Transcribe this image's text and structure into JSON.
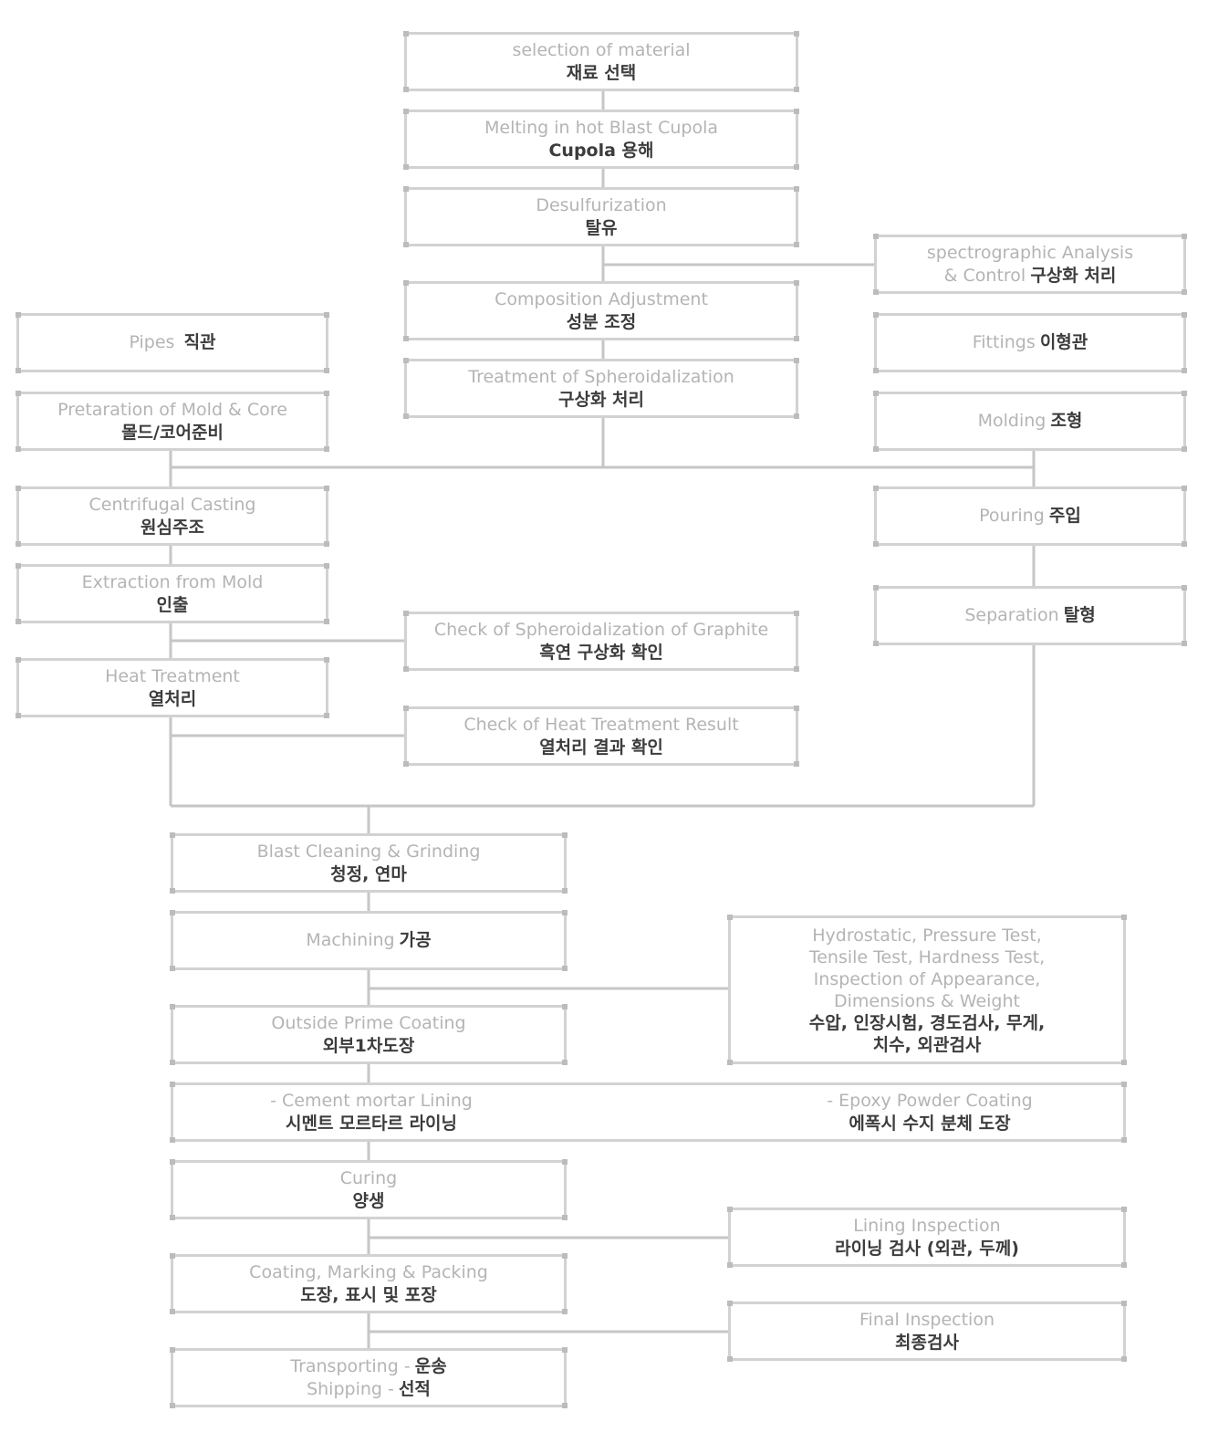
{
  "nodes": {
    "selection": {
      "en": "selection of material",
      "ko": "재료 선택"
    },
    "melting": {
      "en": "Melting in hot Blast Cupola",
      "ko": "Cupola 용해"
    },
    "desulf": {
      "en": "Desulfurization",
      "ko": "탈유"
    },
    "spectro": {
      "en1": "spectrographic Analysis",
      "en2": "& Control",
      "ko": "구상화 처리"
    },
    "composition": {
      "en": "Composition Adjustment",
      "ko": "성분 조정"
    },
    "treatment": {
      "en": "Treatment of Spheroidalization",
      "ko": "구상화 처리"
    },
    "pipes": {
      "en": "Pipes",
      "ko": "직관"
    },
    "fittings": {
      "en": "Fittings",
      "ko": "이형관"
    },
    "mold": {
      "en": "Pretaration of Mold & Core",
      "ko": "몰드/코어준비"
    },
    "molding": {
      "en": "Molding",
      "ko": "조형"
    },
    "centrifugal": {
      "en": "Centrifugal Casting",
      "ko": "원심주조"
    },
    "pouring": {
      "en": "Pouring",
      "ko": "주입"
    },
    "extraction": {
      "en": "Extraction from Mold",
      "ko": "인출"
    },
    "separation": {
      "en": "Separation",
      "ko": "탈형"
    },
    "check_graphite": {
      "en": "Check of Spheroidalization of Graphite",
      "ko": "흑연 구상화 확인"
    },
    "heat": {
      "en": "Heat Treatment",
      "ko": "열처리"
    },
    "check_heat": {
      "en": "Check of Heat Treatment Result",
      "ko": "열처리 결과 확인"
    },
    "blast": {
      "en": "Blast Cleaning & Grinding",
      "ko": "청정, 연마"
    },
    "machining": {
      "en": "Machining",
      "ko": "가공"
    },
    "hydro": {
      "en1": "Hydrostatic, Pressure Test,",
      "en2": "Tensile Test, Hardness Test,",
      "en3": "Inspection of Appearance,",
      "en4": "Dimensions & Weight",
      "ko1": "수압, 인장시험, 경도검사, 무게,",
      "ko2": "치수, 외관검사"
    },
    "outside": {
      "en": "Outside Prime Coating",
      "ko": "외부1차도장"
    },
    "lining": {
      "left_en": "- Cement mortar Lining",
      "left_ko": "시멘트 모르타르 라이닝",
      "right_en": "- Epoxy Powder Coating",
      "right_ko": "에폭시 수지 분체 도장"
    },
    "curing": {
      "en": "Curing",
      "ko": "양생"
    },
    "lining_insp": {
      "en": "Lining Inspection",
      "ko": "라이닝 검사 (외관, 두께)"
    },
    "coating": {
      "en": "Coating, Marking & Packing",
      "ko": "도장, 표시 및 포장"
    },
    "final": {
      "en": "Final Inspection",
      "ko": "최종검사"
    },
    "transport": {
      "en1": "Transporting -",
      "ko1": "운송",
      "en2": "Shipping -",
      "ko2": "선적"
    }
  },
  "colors": {
    "line": "#c6c6c6",
    "box_border": "#d2d2d2",
    "english_text": "#b4b4b4",
    "korean_text": "#3c3c3c"
  }
}
